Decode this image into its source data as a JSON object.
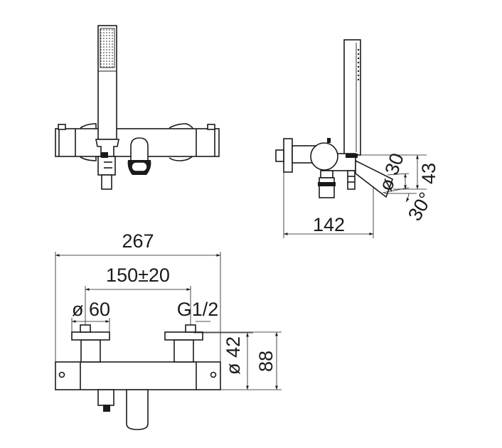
{
  "drawing": {
    "views": [
      "front",
      "side",
      "top"
    ],
    "dimensions": {
      "side_depth": "142",
      "side_spout_dia": "ø 30",
      "side_height": "43",
      "side_angle": "30°",
      "top_width": "267",
      "top_centers": "150±20",
      "top_flange_dia": "ø 60",
      "top_connection": "G1/2",
      "top_body_dia": "ø 42",
      "top_depth": "88"
    }
  }
}
